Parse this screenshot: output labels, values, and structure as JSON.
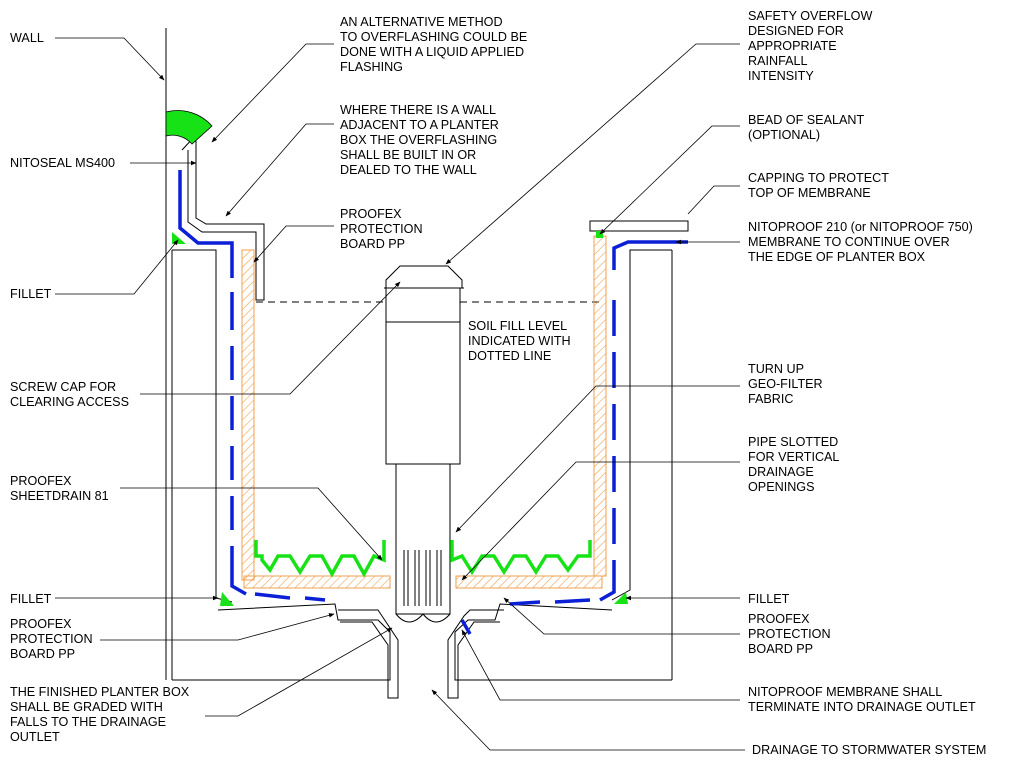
{
  "labels_left": [
    {
      "id": "wall",
      "lines": [
        "WALL"
      ]
    },
    {
      "id": "nitoseal",
      "lines": [
        "NITOSEAL MS400"
      ]
    },
    {
      "id": "fillet-top",
      "lines": [
        "FILLET"
      ]
    },
    {
      "id": "screw-cap",
      "lines": [
        "SCREW CAP FOR",
        "CLEARING ACCESS"
      ]
    },
    {
      "id": "sheetdrain",
      "lines": [
        "PROOFEX",
        "SHEETDRAIN 81"
      ]
    },
    {
      "id": "fillet-bottom-left",
      "lines": [
        "FILLET"
      ]
    },
    {
      "id": "protection-board-left",
      "lines": [
        "PROOFEX",
        "PROTECTION",
        "BOARD PP"
      ]
    },
    {
      "id": "graded-falls",
      "lines": [
        "THE FINISHED PLANTER BOX",
        "SHALL BE GRADED WITH",
        "FALLS TO THE DRAINAGE",
        "OUTLET"
      ]
    }
  ],
  "labels_center": [
    {
      "id": "alternative-method",
      "lines": [
        "AN ALTERNATIVE METHOD",
        "TO OVERFLASHING COULD BE",
        "DONE WITH A LIQUID APPLIED",
        "FLASHING"
      ]
    },
    {
      "id": "wall-adjacent",
      "lines": [
        "WHERE THERE IS A WALL",
        "ADJACENT TO A PLANTER",
        "BOX THE OVERFLASHING",
        "SHALL BE BUILT IN OR",
        "DEALED TO THE WALL"
      ]
    },
    {
      "id": "protection-board-top",
      "lines": [
        "PROOFEX",
        "PROTECTION",
        "BOARD PP"
      ]
    },
    {
      "id": "soil-fill",
      "lines": [
        "SOIL FILL LEVEL",
        "INDICATED WITH",
        "DOTTED LINE"
      ]
    }
  ],
  "labels_right": [
    {
      "id": "safety-overflow",
      "lines": [
        "SAFETY OVERFLOW",
        "DESIGNED FOR",
        "APPROPRIATE",
        "RAINFALL",
        "INTENSITY"
      ]
    },
    {
      "id": "bead-sealant",
      "lines": [
        "BEAD OF SEALANT",
        "(OPTIONAL)"
      ]
    },
    {
      "id": "capping",
      "lines": [
        "CAPPING TO PROTECT",
        "TOP OF MEMBRANE"
      ]
    },
    {
      "id": "nitoproof-membrane",
      "lines": [
        "NITOPROOF  210 (or NITOPROOF 750)",
        "MEMBRANE TO CONTINUE OVER",
        "THE EDGE OF PLANTER BOX"
      ]
    },
    {
      "id": "geo-filter",
      "lines": [
        "TURN UP",
        "GEO-FILTER",
        "FABRIC"
      ]
    },
    {
      "id": "pipe-slotted",
      "lines": [
        "PIPE SLOTTED",
        "FOR VERTICAL",
        "DRAINAGE",
        "OPENINGS"
      ]
    },
    {
      "id": "fillet-right",
      "lines": [
        "FILLET"
      ]
    },
    {
      "id": "protection-board-right",
      "lines": [
        "PROOFEX",
        "PROTECTION",
        "BOARD PP"
      ]
    },
    {
      "id": "terminate-outlet",
      "lines": [
        "NITOPROOF MEMBRANE SHALL",
        "TERMINATE INTO DRAINAGE OUTLET"
      ]
    },
    {
      "id": "stormwater",
      "lines": [
        "DRAINAGE TO STORMWATER SYSTEM"
      ]
    }
  ],
  "colors": {
    "membrane": "#0a1fd6",
    "sealant": "#16e216",
    "protection_board": "#f0a050",
    "linework": "#000000"
  }
}
